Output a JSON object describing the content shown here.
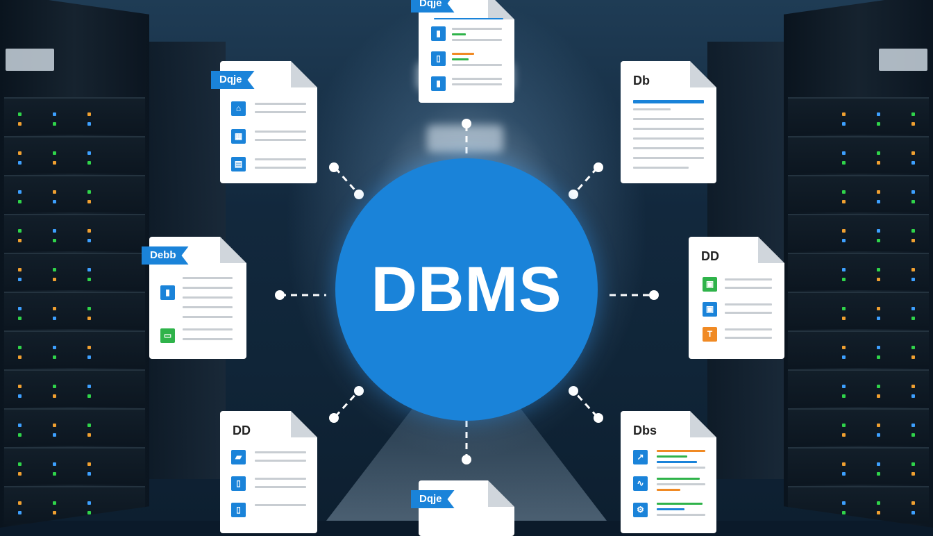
{
  "hub": {
    "label": "DBMS",
    "color": "#1a83d9"
  },
  "documents": {
    "top": {
      "tag": "Dqje"
    },
    "top_left": {
      "tag": "Dqje"
    },
    "mid_left": {
      "tag": "Debb"
    },
    "bottom_left": {
      "title": "DD"
    },
    "bottom_center": {
      "tag": "Dqje"
    },
    "top_right": {
      "title": "Db"
    },
    "mid_right": {
      "title": "DD"
    },
    "bottom_right": {
      "title": "Dbs"
    }
  },
  "icons": {
    "hub": "database-circle",
    "doc_icons": [
      "bar-icon",
      "chart-icon",
      "list-icon",
      "grid-icon",
      "table-icon",
      "chart-icon",
      "bar-icon",
      "sheet-icon"
    ]
  },
  "colors": {
    "accent_blue": "#1a83d9",
    "green": "#2fb34a",
    "orange": "#f08a24"
  }
}
